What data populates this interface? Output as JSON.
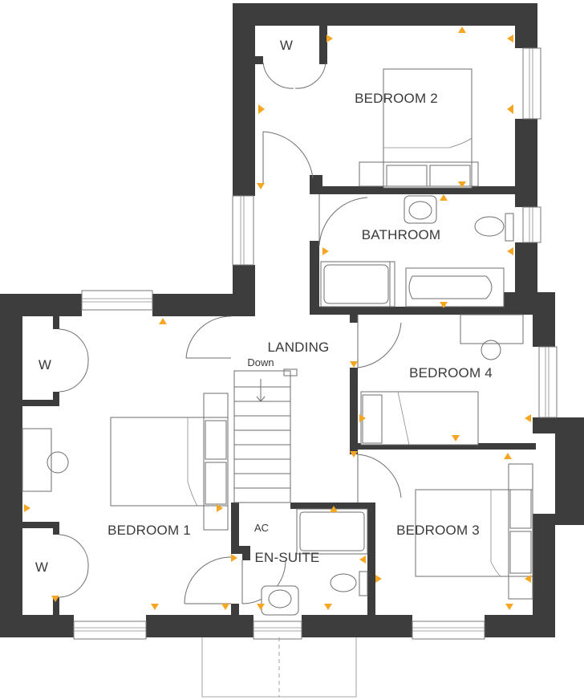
{
  "rooms": {
    "bedroom1": "BEDROOM 1",
    "bedroom2": "BEDROOM 2",
    "bedroom3": "BEDROOM 3",
    "bedroom4": "BEDROOM 4",
    "bathroom": "BATHROOM",
    "landing": "LANDING",
    "ensuite": "EN-SUITE"
  },
  "labels": {
    "wardrobe": "W",
    "down": "Down",
    "airing_cupboard": "AC"
  },
  "colors": {
    "wall": "#3d3d3d",
    "fixture": "#6e6e6e",
    "socket_marker": "#f5a623"
  },
  "icons": {
    "socket_marker": "orange-triangle-icon",
    "stair_arrow": "down-arrow-icon"
  }
}
